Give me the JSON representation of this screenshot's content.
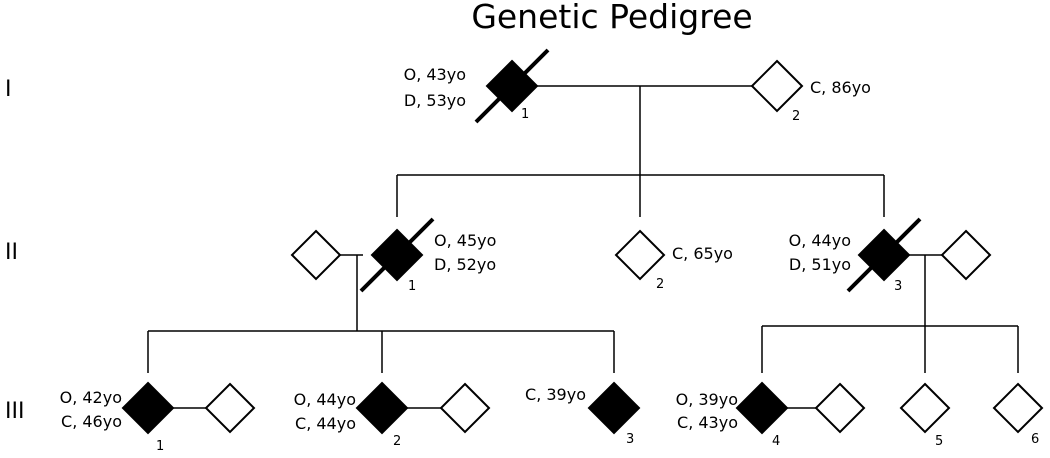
{
  "title": "Genetic Pedigree",
  "generations": [
    "I",
    "II",
    "III"
  ],
  "individuals": [
    {
      "id": "I-1",
      "number": "1",
      "affected": true,
      "deceased": true,
      "notes": [
        "O, 43yo",
        "D, 53yo"
      ]
    },
    {
      "id": "I-2",
      "number": "2",
      "affected": false,
      "deceased": false,
      "notes": [
        "C, 86yo"
      ]
    },
    {
      "id": "II-sp1",
      "number": "",
      "affected": false,
      "deceased": false,
      "notes": []
    },
    {
      "id": "II-1",
      "number": "1",
      "affected": true,
      "deceased": true,
      "notes": [
        "O, 45yo",
        "D, 52yo"
      ]
    },
    {
      "id": "II-2",
      "number": "2",
      "affected": false,
      "deceased": false,
      "notes": [
        "C, 65yo"
      ]
    },
    {
      "id": "II-3",
      "number": "3",
      "affected": true,
      "deceased": true,
      "notes": [
        "O, 44yo",
        "D, 51yo"
      ]
    },
    {
      "id": "II-sp3",
      "number": "",
      "affected": false,
      "deceased": false,
      "notes": []
    },
    {
      "id": "III-1",
      "number": "1",
      "affected": true,
      "deceased": false,
      "notes": [
        "O, 42yo",
        "C, 46yo"
      ]
    },
    {
      "id": "III-sp1",
      "number": "",
      "affected": false,
      "deceased": false,
      "notes": []
    },
    {
      "id": "III-2",
      "number": "2",
      "affected": true,
      "deceased": false,
      "notes": [
        "O, 44yo",
        "C, 44yo"
      ]
    },
    {
      "id": "III-sp2",
      "number": "",
      "affected": false,
      "deceased": false,
      "notes": []
    },
    {
      "id": "III-3",
      "number": "3",
      "affected": true,
      "deceased": false,
      "notes": [
        "C, 39yo"
      ]
    },
    {
      "id": "III-4",
      "number": "4",
      "affected": true,
      "deceased": false,
      "notes": [
        "O, 39yo",
        "C, 43yo"
      ]
    },
    {
      "id": "III-sp4",
      "number": "",
      "affected": false,
      "deceased": false,
      "notes": []
    },
    {
      "id": "III-5",
      "number": "5",
      "affected": false,
      "deceased": false,
      "notes": []
    },
    {
      "id": "III-6",
      "number": "6",
      "affected": false,
      "deceased": false,
      "notes": []
    }
  ],
  "colors": {
    "affected": "#000000",
    "unaffected": "#ffffff",
    "line": "#000000"
  }
}
